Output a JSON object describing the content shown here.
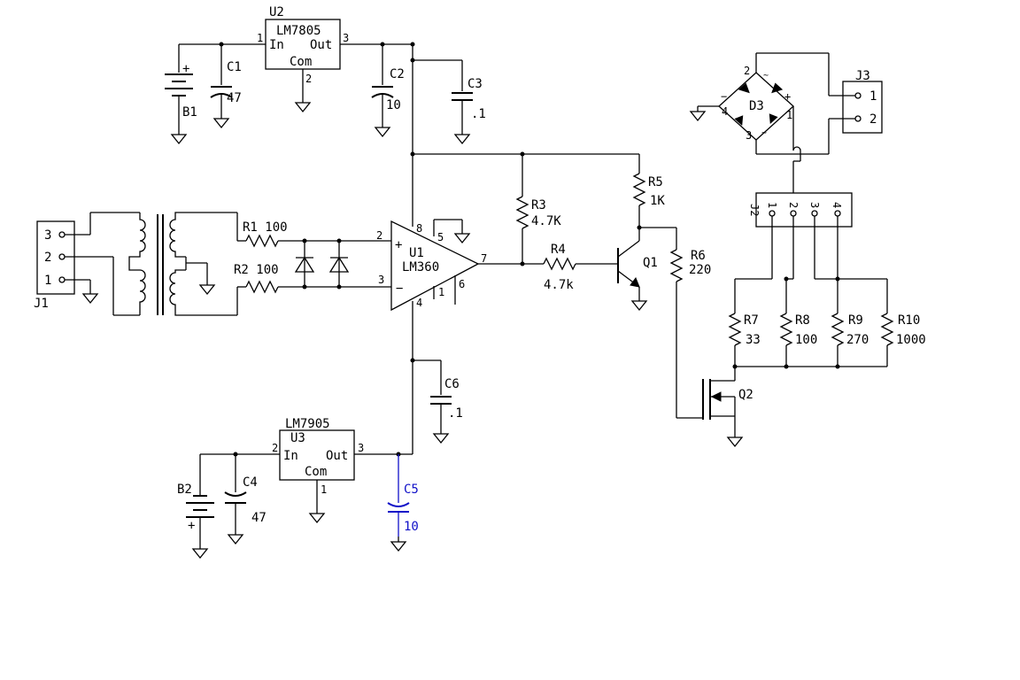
{
  "regulators": {
    "u2": {
      "ref": "U2",
      "part": "LM7805",
      "in": "In",
      "out": "Out",
      "com": "Com",
      "pin_in": "1",
      "pin_out": "3",
      "pin_com": "2"
    },
    "u3": {
      "ref": "U3",
      "part": "LM7905",
      "in": "In",
      "out": "Out",
      "com": "Com",
      "pin_in": "2",
      "pin_out": "3",
      "pin_com": "1"
    }
  },
  "batteries": {
    "b1": "B1",
    "b2": "B2",
    "plus": "+"
  },
  "capacitors": {
    "c1": {
      "ref": "C1",
      "value": "47"
    },
    "c2": {
      "ref": "C2",
      "value": "10"
    },
    "c3": {
      "ref": "C3",
      "value": ".1"
    },
    "c4": {
      "ref": "C4",
      "value": "47"
    },
    "c5": {
      "ref": "C5",
      "value": "10"
    },
    "c6": {
      "ref": "C6",
      "value": ".1"
    }
  },
  "opamp": {
    "ref": "U1",
    "part": "LM360",
    "pin_plus": "2",
    "pin_minus": "3",
    "pin_out": "7",
    "pin_v_pos": "8",
    "pin_v_neg": "4",
    "pin_5": "5",
    "pin_1": "1",
    "pin_6": "6",
    "plus_sign": "+",
    "minus_sign": "−"
  },
  "resistors": {
    "r1": {
      "ref": "R1",
      "value": "100"
    },
    "r2": {
      "ref": "R2",
      "value": "100"
    },
    "r3": {
      "ref": "R3",
      "value": "4.7K"
    },
    "r4": {
      "ref": "R4",
      "value": "4.7k"
    },
    "r5": {
      "ref": "R5",
      "value": "1K"
    },
    "r6": {
      "ref": "R6",
      "value": "220"
    },
    "r7": {
      "ref": "R7",
      "value": "33"
    },
    "r8": {
      "ref": "R8",
      "value": "100"
    },
    "r9": {
      "ref": "R9",
      "value": "270"
    },
    "r10": {
      "ref": "R10",
      "value": "1000"
    }
  },
  "transistors": {
    "q1": "Q1",
    "q2": "Q2"
  },
  "connectors": {
    "j1": {
      "ref": "J1",
      "pins": [
        "3",
        "2",
        "1"
      ]
    },
    "j2": {
      "ref": "J2",
      "pins": [
        "1",
        "2",
        "3",
        "4"
      ]
    },
    "j3": {
      "ref": "J3",
      "pins": [
        "1",
        "2"
      ]
    }
  },
  "bridge": {
    "ref": "D3",
    "pin1": "1",
    "pin2": "2",
    "pin3": "3",
    "pin4": "4",
    "plus": "+",
    "minus": "−",
    "ac": "~"
  }
}
